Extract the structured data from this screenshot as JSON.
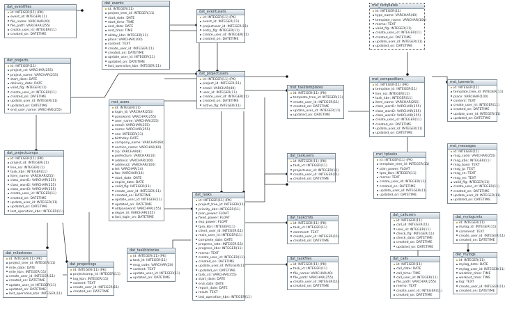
{
  "tables": [
    {
      "id": "dat_eventfiles",
      "name": "dat_eventfiles",
      "fields": [
        "id: INTEGER(11) (PK)",
        "event_id: INTEGER(11)",
        "file_name: VARCHAR(40)",
        "file_path: VARCHAR(255)",
        "create_user_id: INTEGER(11)",
        "created_on: DATETIME"
      ]
    },
    {
      "id": "dat_events",
      "name": "dat_events",
      "fields": [
        "id: INTEGER(11)",
        "project_tree_id: INTEGER(11)",
        "start_date: DATE",
        "start_time: TIME",
        "end_date: DATE",
        "end_time: TIME",
        "allday_kbn: INTEGER(11)",
        "place: VARCHAR(100)",
        "content: TEXT",
        "create_user_id: INTEGER(11)",
        "created_on: DATETIME",
        "update_user_id: INTEGER(11)",
        "updated_on: DATETIME",
        "last_operation_kbn: INTEGER(11)"
      ]
    },
    {
      "id": "dat_eventusers",
      "name": "dat_eventusers",
      "fields": [
        "id: INTEGER(11) (PK)",
        "event_id: INTEGER(11)",
        "projectuser_id: INTEGER(11)",
        "entry_flg: INTEGER(11)",
        "create_user_id: INTEGER(11)",
        "created_on: DATETIME"
      ]
    },
    {
      "id": "mst_templates",
      "name": "mst_templates",
      "fields": [
        "id: INTEGER(11)",
        "type_name: VARCHAR(40)",
        "template_name: VARCHAR(100)",
        "memo: TEXT",
        "valid_flg: INTEGER(11)",
        "create_user_id: INTEGER(11)",
        "created_on: DATETIME",
        "update_user_id: INTEGER(11)",
        "updated_on: DATETIME"
      ]
    },
    {
      "id": "dat_projects",
      "name": "dat_projects",
      "fields": [
        "id: INTEGER(11)",
        "project_cd: VARCHAR(255)",
        "project_name: VARCHAR(255)",
        "start_date: DATE",
        "delivery_date: DATE",
        "valid_flg: INTEGER(11)",
        "create_user_id: INTEGER(11)",
        "created_on: DATETIME",
        "update_user_id: INTEGER(11)",
        "updated_on: DATETIME",
        "end_user_name: VARCHAR(255)"
      ]
    },
    {
      "id": "dat_projectusers",
      "name": "dat_projectusers",
      "fields": [
        "id: INTEGER(11) (PK)",
        "project_id: INTEGER(11)",
        "email: VARCHAR(40)",
        "user_id: INTEGER(11)",
        "create_user_id: INTEGER(11)",
        "created_on: DATETIME",
        "active_flg: INTEGER(11)"
      ]
    },
    {
      "id": "mst_tasktemplates",
      "name": "mst_tasktemplates",
      "fields": [
        "id: INTEGER(11) (PK)",
        "template_tree_id: INTEGER(11)",
        "create_user_id: INTEGER(11)",
        "created_on: DATETIME",
        "update_user_id: INTEGER(11)",
        "updated_on: DATETIME"
      ]
    },
    {
      "id": "mst_compositions",
      "name": "mst_compositions",
      "fields": [
        "id: INTEGER(11) (PK)",
        "template_id: INTEGER(11)",
        "line_no: INTEGER(11)",
        "task_kbn: INTEGER(11)",
        "item_name: VARCHAR(255)",
        "class_word1: VARCHAR(255)",
        "class_word2: VARCHAR(255)",
        "class_word3: VARCHAR(255)",
        "create_user_id: INTEGER(11)",
        "created_on: DATETIME",
        "update_user_id: INTEGER(11)",
        "updated_on: DATETIME"
      ]
    },
    {
      "id": "mst_tpevents",
      "name": "mst_tpevents",
      "fields": [
        "id: INTEGER(11)",
        "template_tree_id: INTEGER(11)",
        "place: VARCHAR(100)",
        "content: TEXT",
        "create_user_id: INTEGER(11)",
        "created_on: DATETIME",
        "update_user_id: INTEGER(11)",
        "updated_on: DATETIME"
      ]
    },
    {
      "id": "mst_users",
      "name": "mst_users",
      "fields": [
        "id: INTEGER(11)",
        "login_id: VARCHAR(255)",
        "password: VARCHAR(255)",
        "user_name: VARCHAR(255)",
        "email: VARCHAR(255)",
        "name: VARCHAR(255)",
        "sex: INTEGER(11)",
        "birthday: DATE",
        "company_name: VARCHAR(60)",
        "section_name: VARCHAR(60)",
        "zip: VARCHAR(8)",
        "prefecture: VARCHAR(10)",
        "address: VARCHAR(100)",
        "address2: VARCHAR(100)",
        "tel: VARCHAR(14)",
        "fax: VARCHAR(14)",
        "start_date: DATE",
        "expire_date: DATE",
        "valid_flg: INTEGER(11)",
        "create_user_id: INTEGER(11)",
        "created_on: DATETIME",
        "update_user_id: INTEGER(11)",
        "updated_on: DATETIME",
        "oldpassword: VARCHAR(255)",
        "skype_id: VARCHAR(255)",
        "last_login_on: DATETIME"
      ]
    },
    {
      "id": "dat_projectcomps",
      "name": "dat_projectcomps",
      "fields": [
        "id: INTEGER(11) (PK)",
        "project_id: INTEGER(11)",
        "line_no: INTEGER(11)",
        "task_kbn: INTEGER(11)",
        "item_name: VARCHAR(255)",
        "class_word1: VARCHAR(255)",
        "class_word2: VARCHAR(255)",
        "class_word3: VARCHAR(255)",
        "create_user_id: INTEGER(11)",
        "created_on: DATETIME",
        "update_user_id: INTEGER(11)",
        "updated_on: DATETIME",
        "last_operation_kbn: INTEGER(11)"
      ]
    },
    {
      "id": "dat_taskusers",
      "name": "dat_taskusers",
      "fields": [
        "id: INTEGER(11) (PK)",
        "task_id: INTEGER(11)",
        "projectuser_id: INTEGER(11)",
        "create_user_id: INTEGER(11)",
        "created_on: DATETIME"
      ]
    },
    {
      "id": "mst_tptasks",
      "name": "mst_tptasks",
      "fields": [
        "id: INTEGER(11) (PK)",
        "template_tree_id: INTEGER(11)",
        "plan_power: FLOAT",
        "tpro_kbn: INTEGER(11)",
        "memo: TEXT",
        "create_user_id: INTEGER(11)",
        "created_on: DATETIME",
        "update_user_id: INTEGER(11)",
        "updated_on: DATETIME"
      ]
    },
    {
      "id": "mst_messages",
      "name": "mst_messages",
      "fields": [
        "id: INTEGER(11)",
        "msg_code: VARCHAR(255)",
        "msg_kbn: INTEGER(11)",
        "msg_base: TEXT",
        "msg_jp: TEXT",
        "msg_cn: TEXT",
        "msg_en: TEXT",
        "valid_flg: INTEGER(11)",
        "create_user_id: INTEGER(11)",
        "created_on: DATETIME",
        "update_user_id: INTEGER(11)",
        "updated_on: DATETIME"
      ]
    },
    {
      "id": "dat_tasks",
      "name": "dat_tasks",
      "fields": [
        "id: INTEGER(11) (PK)",
        "project_tree_id: INTEGER(11)",
        "priority_kbn: INTEGER(11)",
        "plan_power: FLOAT",
        "fixed_power: FLOAT",
        "exp_power: FLOAT",
        "tpro_kbn: INTEGER(11)",
        "client_user_id: INTEGER(11)",
        "main_user_id: INTEGER(11)",
        "complete_date: DATE",
        "progress_rate: INTEGER(11)",
        "progress_kbn: INTEGER(11)",
        "memo: TEXT",
        "create_user_id: INTEGER(11)",
        "created_on: DATETIME",
        "update_user_id: INTEGER(11)",
        "updated_on: DATETIME",
        "task_cd: VARCHAR(255)",
        "start_date: DATE",
        "end_date: DATE",
        "report_date: DATE",
        "result: TEXT",
        "last_operation_kbn: INTEGER(11)"
      ]
    },
    {
      "id": "dat_taskcmts",
      "name": "dat_taskcmts",
      "fields": [
        "id: INTEGER(11) (PK)",
        "task_id: INTEGER(11)",
        "comment: TEXT",
        "create_user_id: INTEGER(11)",
        "created_on: DATETIME"
      ]
    },
    {
      "id": "dat_milestones",
      "name": "dat_milestones",
      "fields": [
        "id: INTEGER(11) (PK)",
        "project_tree_id: INTEGER(11)",
        "mile_date: DATE",
        "mile_kbn: INTEGER(11)",
        "create_user_id: INTEGER(11)",
        "created_on: DATETIME",
        "update_user_id: INTEGER(11)",
        "updated_on: DATETIME",
        "last_operation_kbn: INTEGER(11)"
      ]
    },
    {
      "id": "dat_projectlogs",
      "name": "dat_projectlogs",
      "fields": [
        "id: INTEGER(11) (PK)",
        "projectcomp_id: INTEGER(11)",
        "log_kbn: INTEGER(11)",
        "content: TEXT",
        "create_user_id: INTEGER(11)",
        "created_on: DATETIME"
      ]
    },
    {
      "id": "dat_taskhistories",
      "name": "dat_taskhistories",
      "fields": [
        "id: INTEGER(11) (PK)",
        "task_id: INTEGER(11)",
        "msg_code: VARCHAR(20)",
        "content: TEXT",
        "update_user_id: INTEGER(11)",
        "updated_on: DATETIME"
      ]
    },
    {
      "id": "dat_taskfiles",
      "name": "dat_taskfiles",
      "fields": [
        "id: INTEGER(11) (PK)",
        "task_id: INTEGER(11)",
        "file_name: VARCHAR(40)",
        "file_path: VARCHAR(255)",
        "create_user_id: INTEGER(11)",
        "created_on: DATETIME"
      ]
    },
    {
      "id": "dat_callusers",
      "name": "dat_callusers",
      "fields": [
        "id: INTEGER(11)",
        "call_id: INTEGER(11)",
        "user_id: INTEGER(11)",
        "check_flg: INTEGER(11)",
        "check_date: DATETIME",
        "created_on: DATETIME",
        "updated_on: DATETIME"
      ]
    },
    {
      "id": "dat_mylogcmts",
      "name": "dat_mylogcmts",
      "fields": [
        "id: INTEGER(11)",
        "mylog_id: INTEGER(11)",
        "comment: TEXT",
        "create_user_id: INTEGER(11)",
        "created_on: DATETIME"
      ]
    },
    {
      "id": "dat_calls",
      "name": "dat_calls",
      "fields": [
        "id: INTEGER(11)",
        "call_date: DATE",
        "call_time: TIME",
        "call_user_id: INTEGER(11)",
        "file_path: VARCHAR(255)",
        "memo: TEXT",
        "create_user_id: INTEGER(11)",
        "created_on: DATETIME"
      ]
    },
    {
      "id": "dat_mylogs",
      "name": "dat_mylogs",
      "fields": [
        "id: INTEGER(11)",
        "mylog_date: DATE",
        "mylog_user_id: INTEGER(11)",
        "worktim_time: TIME",
        "workout_time: TIME",
        "log: TEXT",
        "create_user_id: INTEGER(11)",
        "created_on: DATETIME"
      ]
    }
  ]
}
